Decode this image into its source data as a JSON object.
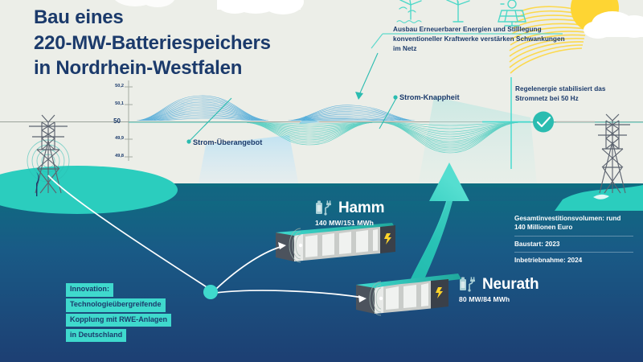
{
  "title": {
    "line1": "Bau eines",
    "line2": "220-MW-Batteriespeichers",
    "line3": "in Nordrhein-Westfalen"
  },
  "colors": {
    "background": "#eceee8",
    "navy": "#1b3a6b",
    "deep_water": "#1d3f73",
    "teal": "#2bbcb0",
    "teal_bright": "#3fd9cd",
    "wave_blue": "#4aa8d8",
    "sun_yellow": "#ffd42a",
    "white": "#ffffff"
  },
  "chart": {
    "unit": "Hz",
    "y_ticks": [
      "50,2",
      "50,1",
      "50",
      "49,9",
      "49,8"
    ],
    "baseline_label": "50",
    "label_surplus": "Strom-Überangebot",
    "label_shortage": "Strom-Knappheit"
  },
  "annotations": {
    "renewables": "Ausbau Erneuerbarer Energien und Stilllegung konventioneller Kraftwerke verstärken Schwankungen im Netz",
    "balancing": "Regelenergie stabilisiert das Stromnetz bei 50 Hz"
  },
  "icons": {
    "offshore_wind": "offshore-wind-turbine-icon",
    "onshore_wind": "onshore-wind-turbine-icon",
    "solar": "solar-panel-icon",
    "sun": "sun-icon",
    "cloud": "cloud-icon",
    "check": "check-circle-icon",
    "battery": "battery-icon",
    "plug": "plug-icon",
    "bolt": "lightning-bolt-icon",
    "pylon": "transmission-pylon-icon"
  },
  "plants": [
    {
      "name": "Hamm",
      "spec": "140 MW/151 MWh",
      "modules": 6
    },
    {
      "name": "Neurath",
      "spec": "80 MW/84 MWh",
      "modules": 3
    }
  ],
  "info": [
    {
      "text": "Gesamtinvestitionsvolumen: rund 140 Millionen Euro"
    },
    {
      "text": "Baustart: 2023"
    },
    {
      "text": "Inbetriebnahme: 2024"
    }
  ],
  "innovation": {
    "lines": [
      "Innovation:",
      "Technologieübergreifende",
      "Kopplung mit RWE-Anlagen",
      "in Deutschland"
    ]
  }
}
